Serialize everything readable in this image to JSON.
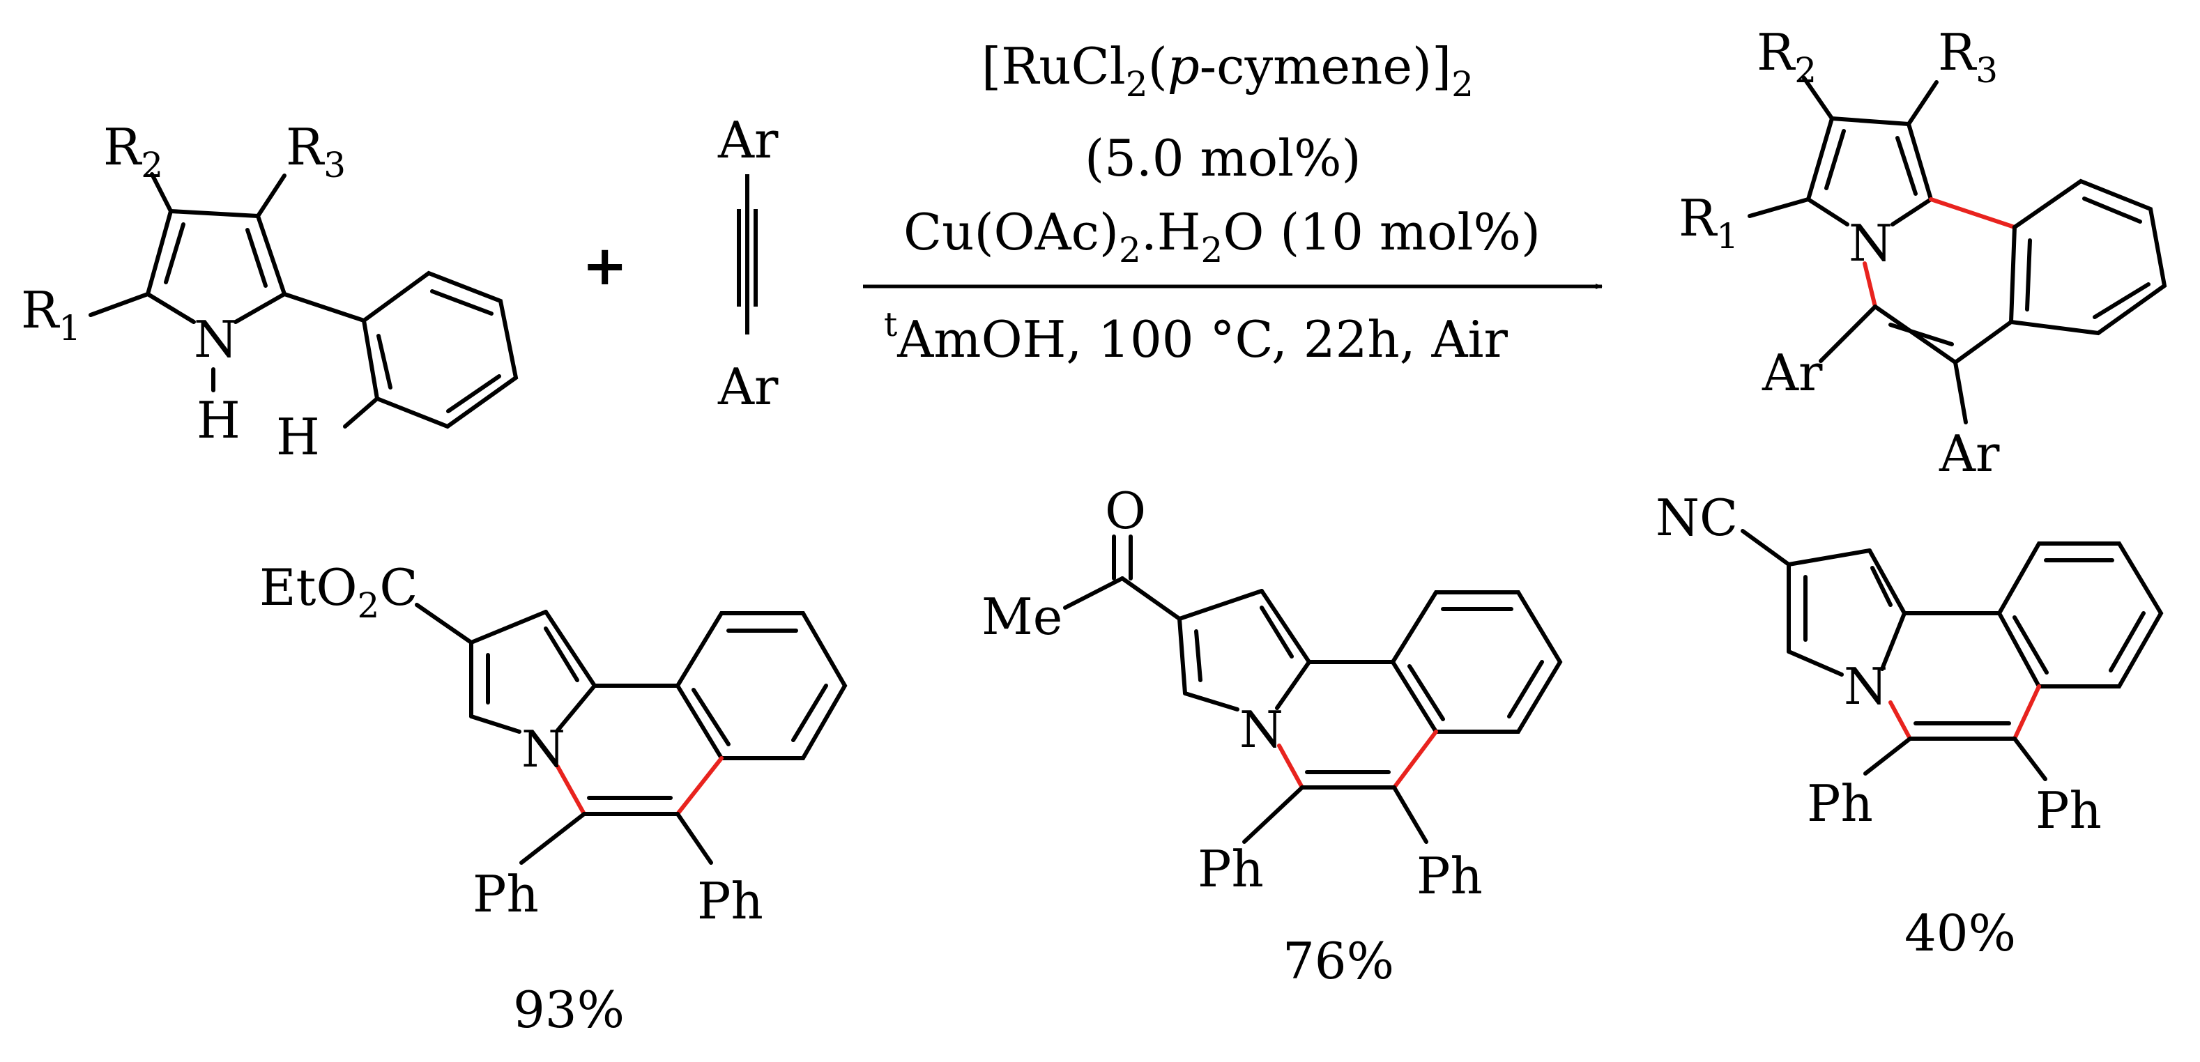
{
  "colors": {
    "bond": "#000000",
    "new_bond": "#e8231e",
    "background": "#ffffff"
  },
  "reaction": {
    "reactant": {
      "r1": "R",
      "r1_sub": "1",
      "r2": "R",
      "r2_sub": "2",
      "r3": "R",
      "r3_sub": "3",
      "nitrogen": "N",
      "nh_hydrogen": "H",
      "aryl_hydrogen": "H"
    },
    "plus": "+",
    "alkyne": {
      "top": "Ar",
      "bottom": "Ar"
    },
    "conditions": {
      "catalyst_a": "[RuCl",
      "catalyst_sub_a": "2",
      "catalyst_b": "(",
      "catalyst_italic": "p",
      "catalyst_c": "-cymene)]",
      "catalyst_sub_b": "2",
      "loading": "(5.0 mol%)",
      "additive_a": "Cu(OAc)",
      "additive_sub_a": "2",
      "additive_b": ".H",
      "additive_sub_b": "2",
      "additive_c": "O (10 mol%)",
      "solvent_sup": "t",
      "solvent": "AmOH, 100 °C, 22h, Air"
    },
    "product": {
      "r1": "R",
      "r1_sub": "1",
      "r2": "R",
      "r2_sub": "2",
      "r3": "R",
      "r3_sub": "3",
      "nitrogen": "N",
      "ar_a": "Ar",
      "ar_b": "Ar"
    }
  },
  "examples": [
    {
      "sub_a": "EtO",
      "sub_num": "2",
      "sub_b": "C",
      "nitrogen": "N",
      "ph_a": "Ph",
      "ph_b": "Ph",
      "yield": "93%"
    },
    {
      "oxygen": "O",
      "methyl": "Me",
      "nitrogen": "N",
      "ph_a": "Ph",
      "ph_b": "Ph",
      "yield": "76%"
    },
    {
      "nitrile": "NC",
      "nitrogen": "N",
      "ph_a": "Ph",
      "ph_b": "Ph",
      "yield": "40%"
    }
  ]
}
